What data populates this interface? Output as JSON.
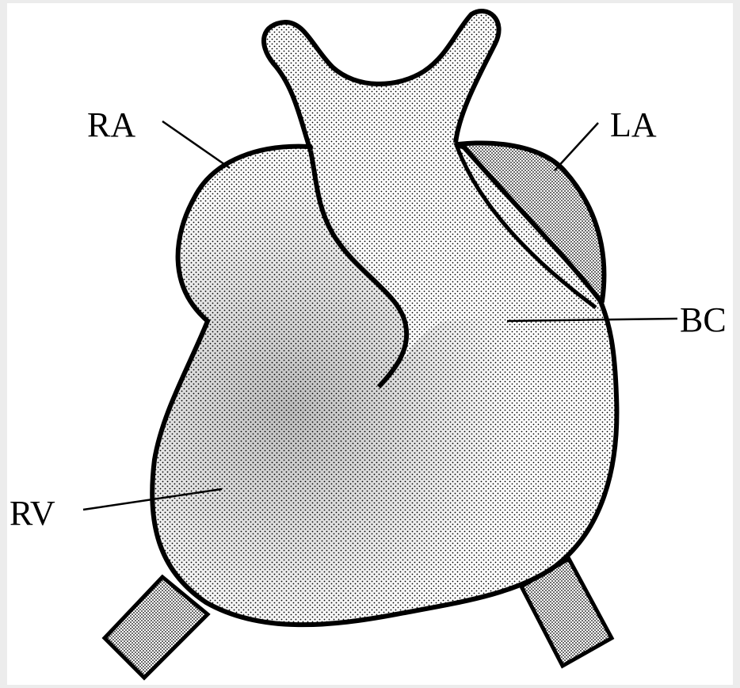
{
  "labels": {
    "ra": "RA",
    "la": "LA",
    "bc": "BC",
    "rv": "RV"
  },
  "colors": {
    "background": "#ececec",
    "canvas": "#ffffff",
    "ink": "#000000"
  }
}
